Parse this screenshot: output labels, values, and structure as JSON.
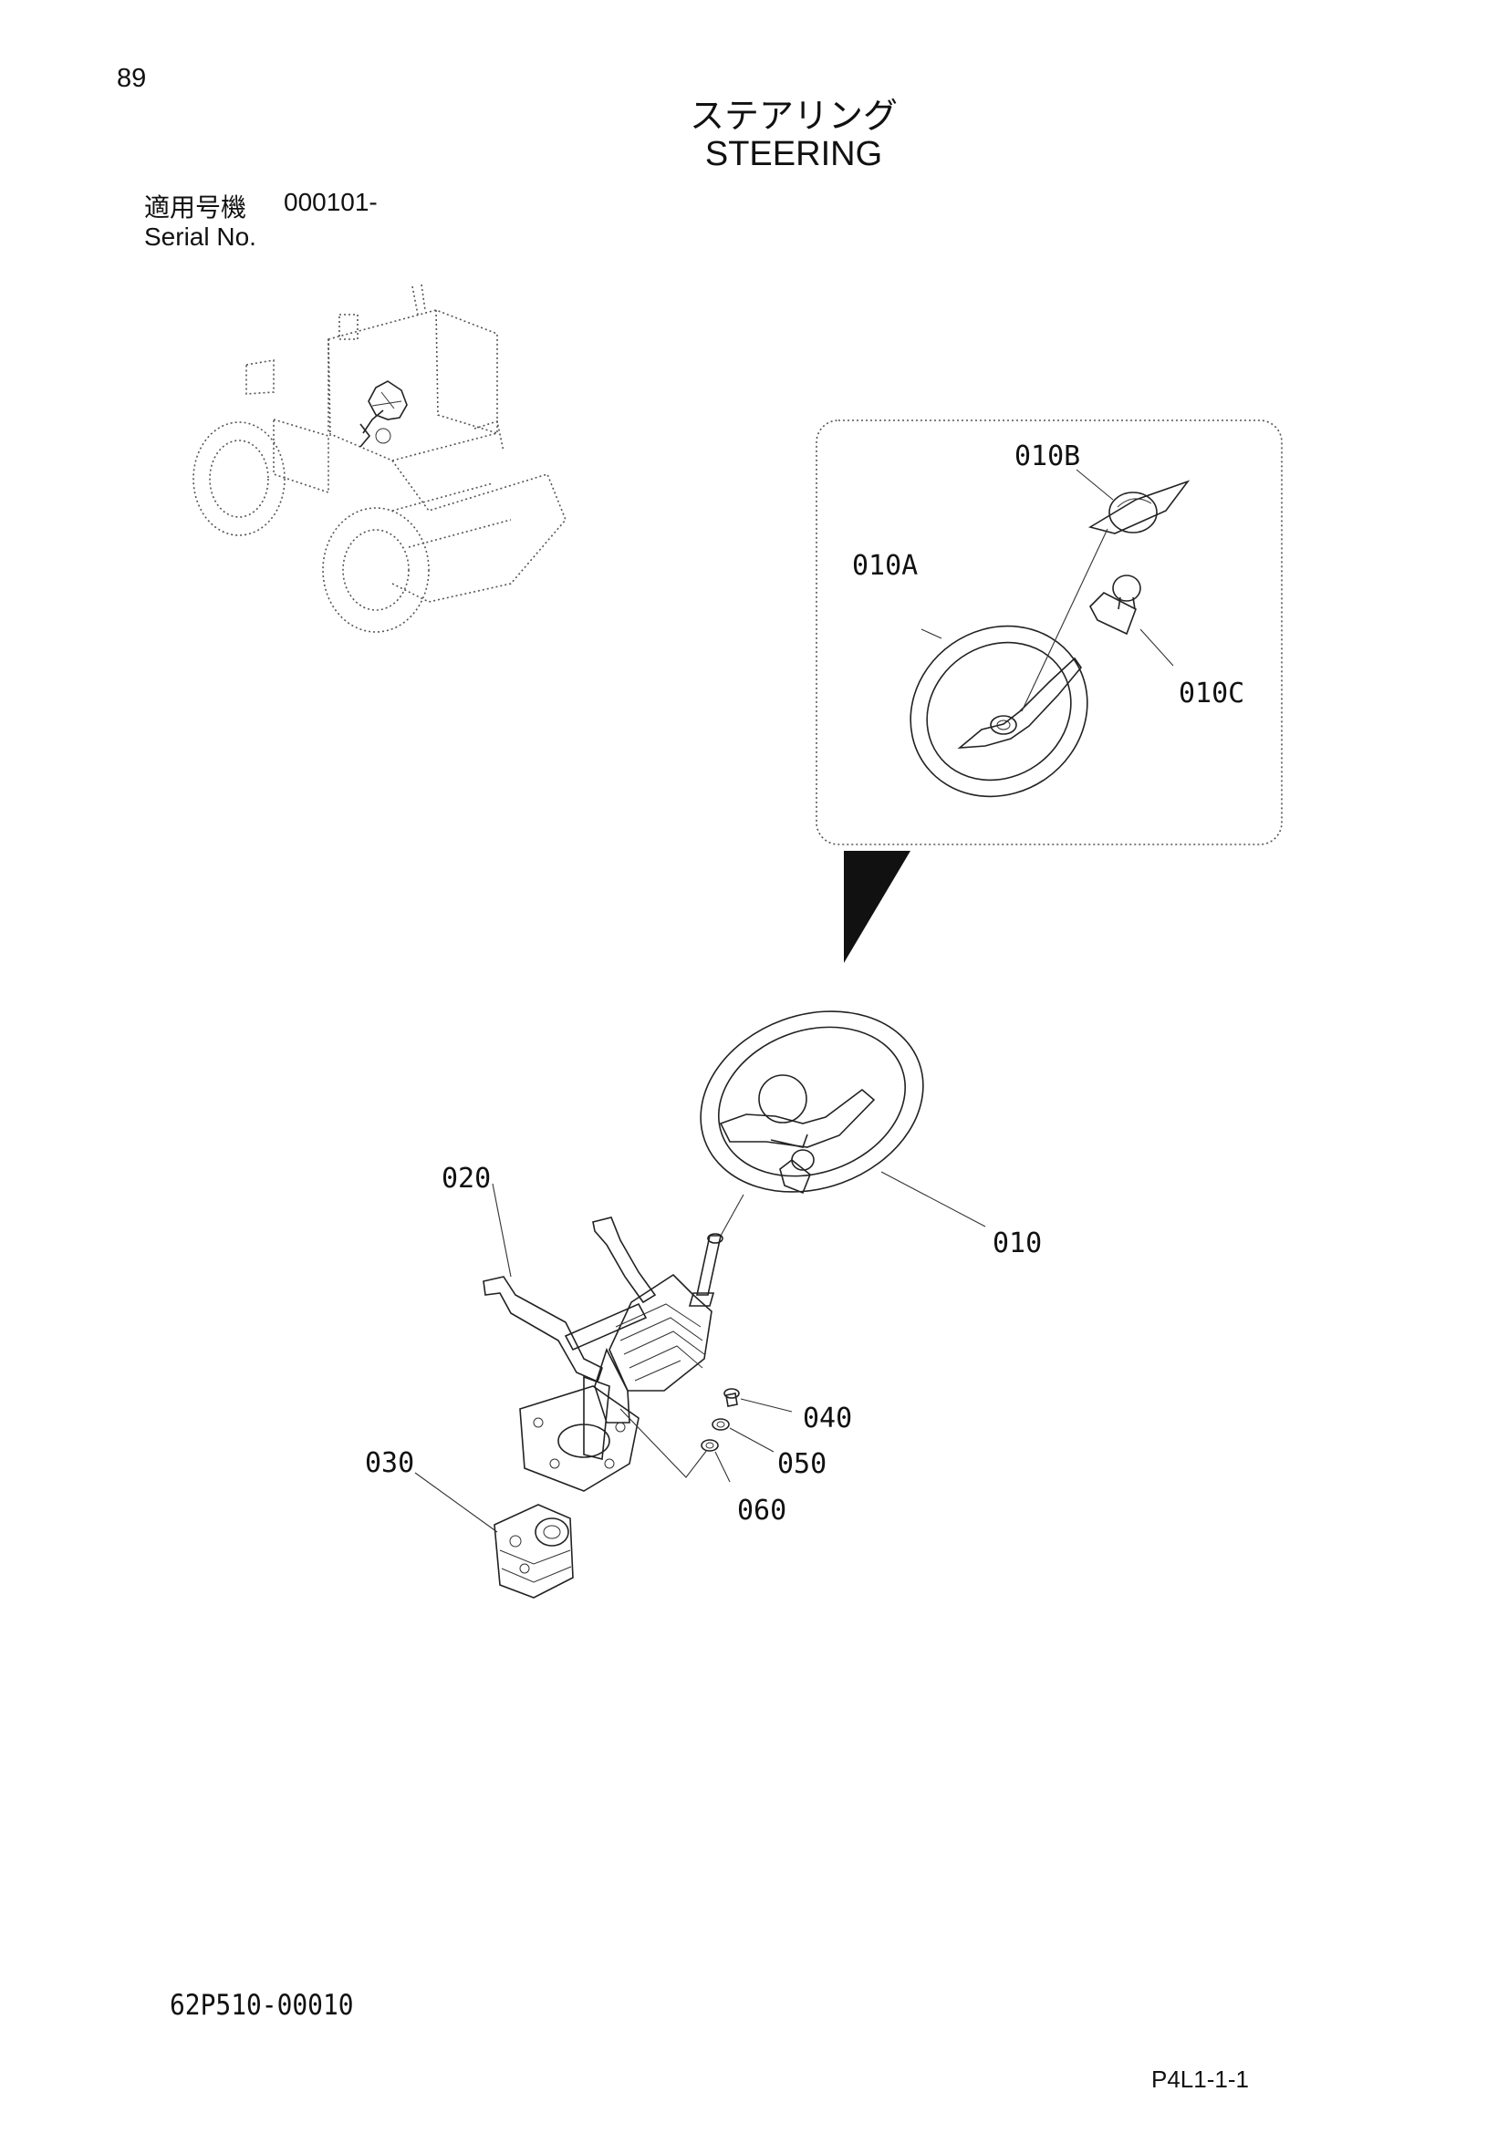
{
  "page": {
    "number": "89",
    "title_jp": "ステアリング",
    "title_en": "STEERING",
    "serial_label_jp": "適用号機",
    "serial_value": "000101-",
    "serial_label_en": "Serial No.",
    "doc_code": "62P510-00010",
    "page_ref": "P4L1-1-1"
  },
  "callouts": {
    "c010B": "010B",
    "c010A": "010A",
    "c010C": "010C",
    "c020": "020",
    "c010": "010",
    "c040": "040",
    "c050": "050",
    "c030": "030",
    "c060": "060"
  }
}
